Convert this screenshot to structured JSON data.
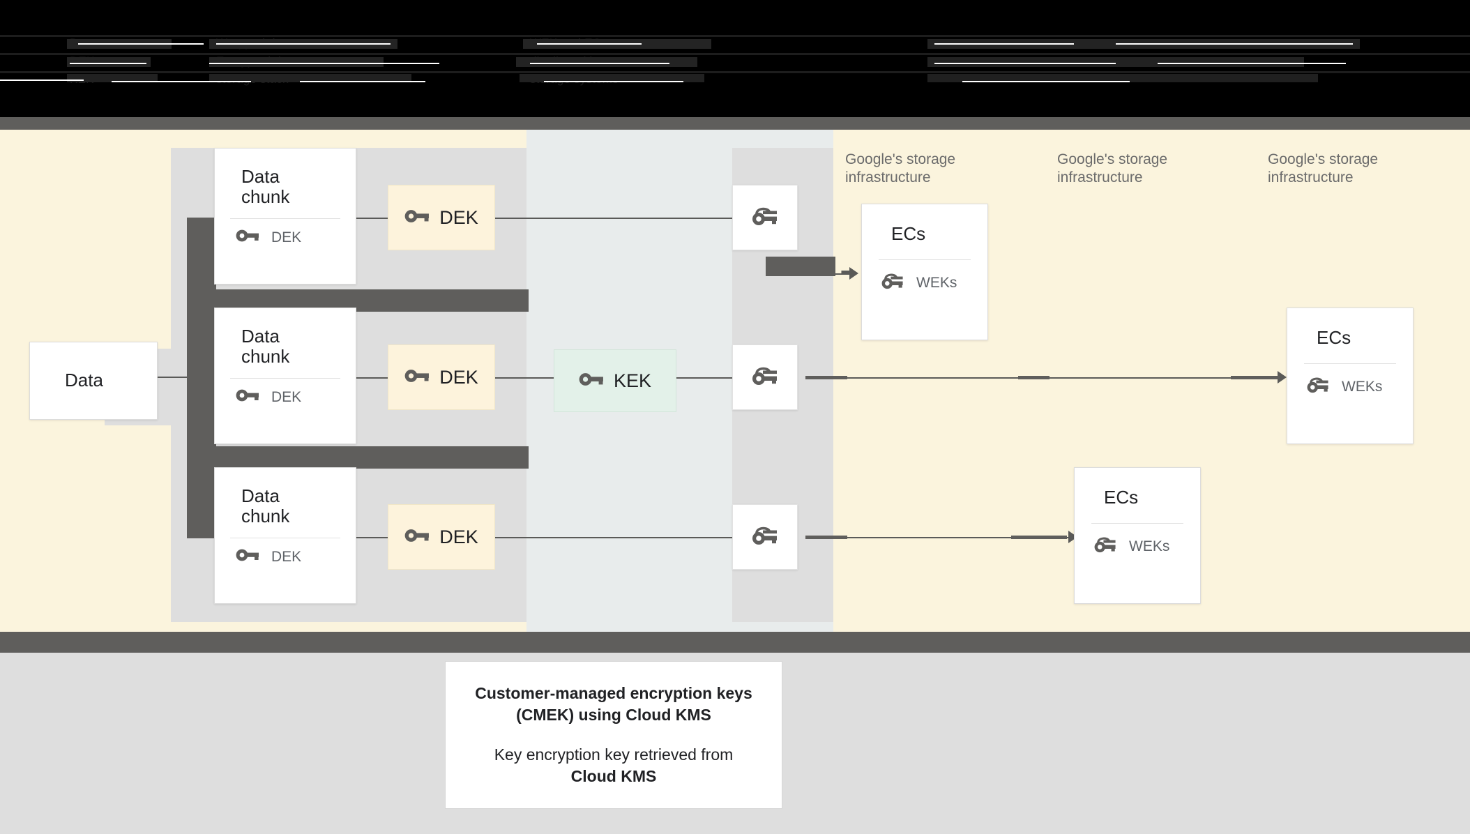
{
  "top_band": {
    "note": "obscured-dark-text-band",
    "rows": [
      {
        "segments": [
          "Data",
          "Wrapped data",
          "WEK and EC"
        ]
      },
      {
        "segments": [
          "DEK",
          "Encrypted data",
          "distributed in"
        ]
      },
      {
        "segments": [
          "KEK",
          "storage stack",
          "storage systems"
        ]
      }
    ]
  },
  "panels": {
    "cream_color": "#fbf4dd",
    "blue_color": "#e8ecec",
    "gray_color": "#dedede",
    "strip_color": "#5f5e5c"
  },
  "source": {
    "label": "Data",
    "icon": "server-icon"
  },
  "chunks": [
    {
      "title": "Data chunk",
      "key_label": "DEK",
      "key_icon": "key-icon",
      "icon": "server-icon"
    },
    {
      "title": "Data chunk",
      "key_label": "DEK",
      "key_icon": "key-icon",
      "icon": "server-icon"
    },
    {
      "title": "Data chunk",
      "key_label": "DEK",
      "key_icon": "key-icon",
      "icon": "server-icon"
    }
  ],
  "deks": [
    {
      "label": "DEK",
      "icon": "key-icon"
    },
    {
      "label": "DEK",
      "icon": "key-icon"
    },
    {
      "label": "DEK",
      "icon": "key-icon"
    }
  ],
  "kek": {
    "label": "KEK",
    "icon": "key-icon",
    "color": "#e3f1e9"
  },
  "wrapped_keys": [
    {
      "icon": "wrapped-key-icon"
    },
    {
      "icon": "wrapped-key-icon"
    },
    {
      "icon": "wrapped-key-icon"
    }
  ],
  "infra_labels": [
    "Google's storage\ninfrastructure",
    "Google's storage\ninfrastructure",
    "Google's storage\ninfrastructure"
  ],
  "ecs_cards": [
    {
      "title": "ECs",
      "key_label": "WEKs",
      "icon": "server-icon",
      "key_icon": "wrapped-key-icon"
    },
    {
      "title": "ECs",
      "key_label": "WEKs",
      "icon": "server-icon",
      "key_icon": "wrapped-key-icon"
    },
    {
      "title": "ECs",
      "key_label": "WEKs",
      "icon": "server-icon",
      "key_icon": "wrapped-key-icon"
    }
  ],
  "caption": {
    "line1": "Customer-managed encryption keys",
    "line2": "(CMEK) using Cloud KMS",
    "line3": "Key encryption key retrieved from",
    "line4": "Cloud KMS"
  }
}
